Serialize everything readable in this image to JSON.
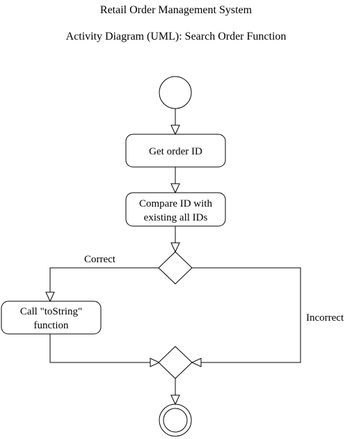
{
  "header": {
    "title": "Retail Order Management System",
    "subtitle": "Activity Diagram (UML): Search Order Function"
  },
  "diagram": {
    "actions": {
      "get_id": "Get order ID",
      "compare_line1": "Compare ID with",
      "compare_line2": "existing all IDs",
      "call_line1": "Call \"toString\"",
      "call_line2": "function"
    },
    "guards": {
      "correct": "Correct",
      "incorrect": "Incorrect"
    }
  },
  "colors": {
    "stroke": "#000000",
    "fill": "#ffffff"
  }
}
